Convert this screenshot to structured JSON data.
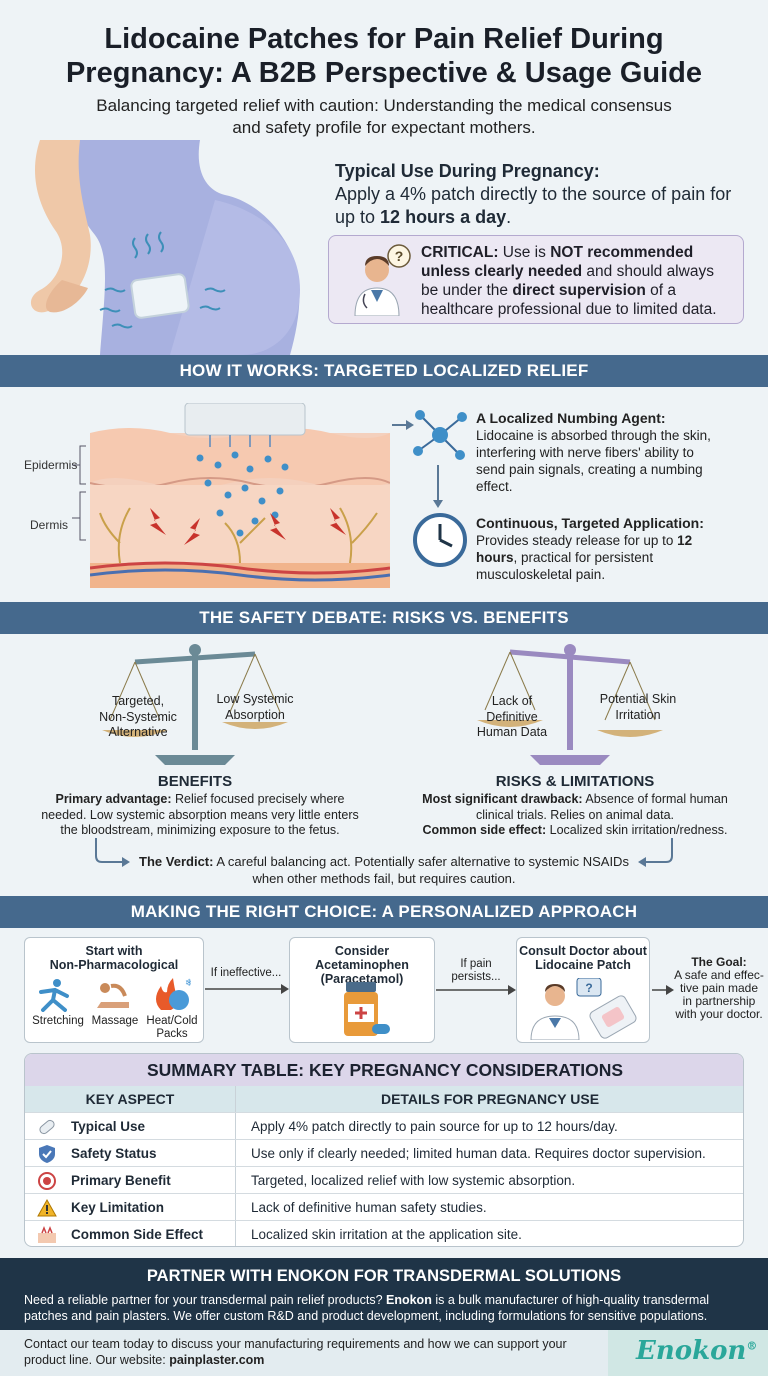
{
  "header": {
    "title_line1": "Lidocaine Patches for Pain Relief During",
    "title_line2": "Pregnancy: A B2B Perspective & Usage Guide",
    "subtitle_line1": "Balancing targeted relief with caution: Understanding the medical consensus",
    "subtitle_line2": "and safety profile for expectant mothers."
  },
  "intro": {
    "typical_heading": "Typical Use During Pregnancy:",
    "typical_line1": "Apply a 4% patch directly to the source of pain for",
    "typical_line2_pre": "up to ",
    "typical_line2_bold": "12 hours a day",
    "typical_line2_post": ".",
    "critical_label": "CRITICAL:",
    "critical_t1": " Use is ",
    "critical_not": "NOT recommended",
    "critical_unless": "unless clearly needed",
    "critical_t2": " and should always",
    "critical_t3": "be under the ",
    "critical_direct": "direct supervision",
    "critical_t4": " of a",
    "critical_t5": "healthcare professional due to limited data."
  },
  "how_it_works": {
    "bar": "HOW IT WORKS: TARGETED LOCALIZED RELIEF",
    "epidermis": "Epidermis",
    "dermis": "Dermis",
    "agent_title": "A Localized Numbing Agent:",
    "agent_l1": "Lidocaine is absorbed through the skin,",
    "agent_l2": "interfering with nerve fibers' ability to",
    "agent_l3": "send pain signals, creating a numbing",
    "agent_l4": "effect.",
    "cont_title": "Continuous, Targeted Application:",
    "cont_l1_pre": "Provides steady release for up to ",
    "cont_l1_bold": "12",
    "cont_l2_bold": "hours",
    "cont_l2_post": ", practical for persistent",
    "cont_l3": "musculoskeletal pain."
  },
  "safety": {
    "bar": "THE SAFETY DEBATE: RISKS VS. BENEFITS",
    "left_pan_l1": "Targeted,",
    "left_pan_l2": "Non-Systemic",
    "left_pan_l3": "Alternative",
    "left_pan2_l1": "Low Systemic",
    "left_pan2_l2": "Absorption",
    "right_pan_l1": "Lack of",
    "right_pan_l2": "Definitive",
    "right_pan_l3": "Human Data",
    "right_pan2_l1": "Potential Skin",
    "right_pan2_l2": "Irritation",
    "benefits_title": "BENEFITS",
    "benefits_b": "Primary advantage:",
    "benefits_l1": " Relief focused precisely where",
    "benefits_l2": "needed. Low systemic absorption means very little enters",
    "benefits_l3": "the bloodstream, minimizing exposure to the fetus.",
    "risks_title": "RISKS & LIMITATIONS",
    "risks_b1": "Most significant drawback:",
    "risks_l1": " Absence of formal human",
    "risks_l2": "clinical trials. Relies on animal data.",
    "risks_b2": "Common side effect:",
    "risks_l3": " Localized skin irritation/redness.",
    "verdict_b": "The Verdict:",
    "verdict_l1": " A careful balancing act. Potentially safer alternative to systemic NSAIDs",
    "verdict_l2": "when other methods fail, but requires caution."
  },
  "choice": {
    "bar": "MAKING THE RIGHT CHOICE: A PERSONALIZED APPROACH",
    "step1_l1": "Start with",
    "step1_l2": "Non-Pharmacological",
    "stretching": "Stretching",
    "massage": "Massage",
    "heat_l1": "Heat/Cold",
    "heat_l2": "Packs",
    "arrow1": "If ineffective...",
    "step2_l1": "Consider Acetaminophen",
    "step2_l2": "(Paracetamol)",
    "arrow2_l1": "If pain",
    "arrow2_l2": "persists...",
    "step3_l1": "Consult Doctor about",
    "step3_l2": "Lidocaine Patch",
    "goal_title": "The Goal:",
    "goal_l1": "A safe and effec-",
    "goal_l2": "tive pain made",
    "goal_l3": "in partnership",
    "goal_l4": "with your doctor."
  },
  "table": {
    "title": "SUMMARY TABLE: KEY PREGNANCY CONSIDERATIONS",
    "col1": "KEY ASPECT",
    "col2": "DETAILS FOR PREGNANCY USE",
    "rows": [
      {
        "aspect": "Typical Use",
        "detail": "Apply 4% patch directly to pain source for up to 12 hours/day."
      },
      {
        "aspect": "Safety Status",
        "detail": "Use only if clearly needed; limited human data. Requires doctor supervision."
      },
      {
        "aspect": "Primary Benefit",
        "detail": "Targeted, localized relief with low systemic absorption."
      },
      {
        "aspect": "Key Limitation",
        "detail": "Lack of definitive human safety studies."
      },
      {
        "aspect": "Common Side Effect",
        "detail": "Localized skin irritation at the application site."
      }
    ]
  },
  "footer": {
    "title": "PARTNER WITH ENOKON FOR TRANSDERMAL SOLUTIONS",
    "p1_pre": "Need a reliable partner for your transdermal pain relief products? ",
    "p1_bold": "Enokon",
    "p1_post": " is a bulk manufacturer of high-quality transdermal",
    "p2": "patches and pain plasters. We offer custom R&D and product development, including formulations for sensitive populations.",
    "c1": "Contact our team today to discuss your manufacturing requirements and how we can support your",
    "c2_pre": "product line. Our website: ",
    "c2_bold": "painplaster.com",
    "brand": "Enokon",
    "reg": "®"
  }
}
